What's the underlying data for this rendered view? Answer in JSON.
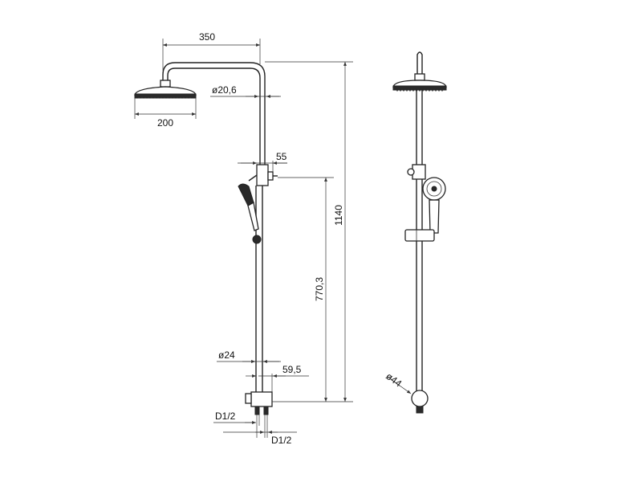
{
  "dimensions": {
    "arm_length": "350",
    "head_diameter": "200",
    "upper_pipe_diameter": "ø20,6",
    "holder_offset": "55",
    "total_height": "1140",
    "holder_height": "770,3",
    "lower_pipe_diameter": "ø24",
    "mixer_offset": "59,5",
    "inlet_left": "D1/2",
    "inlet_right": "D1/2",
    "mixer_diameter": "ø44"
  }
}
